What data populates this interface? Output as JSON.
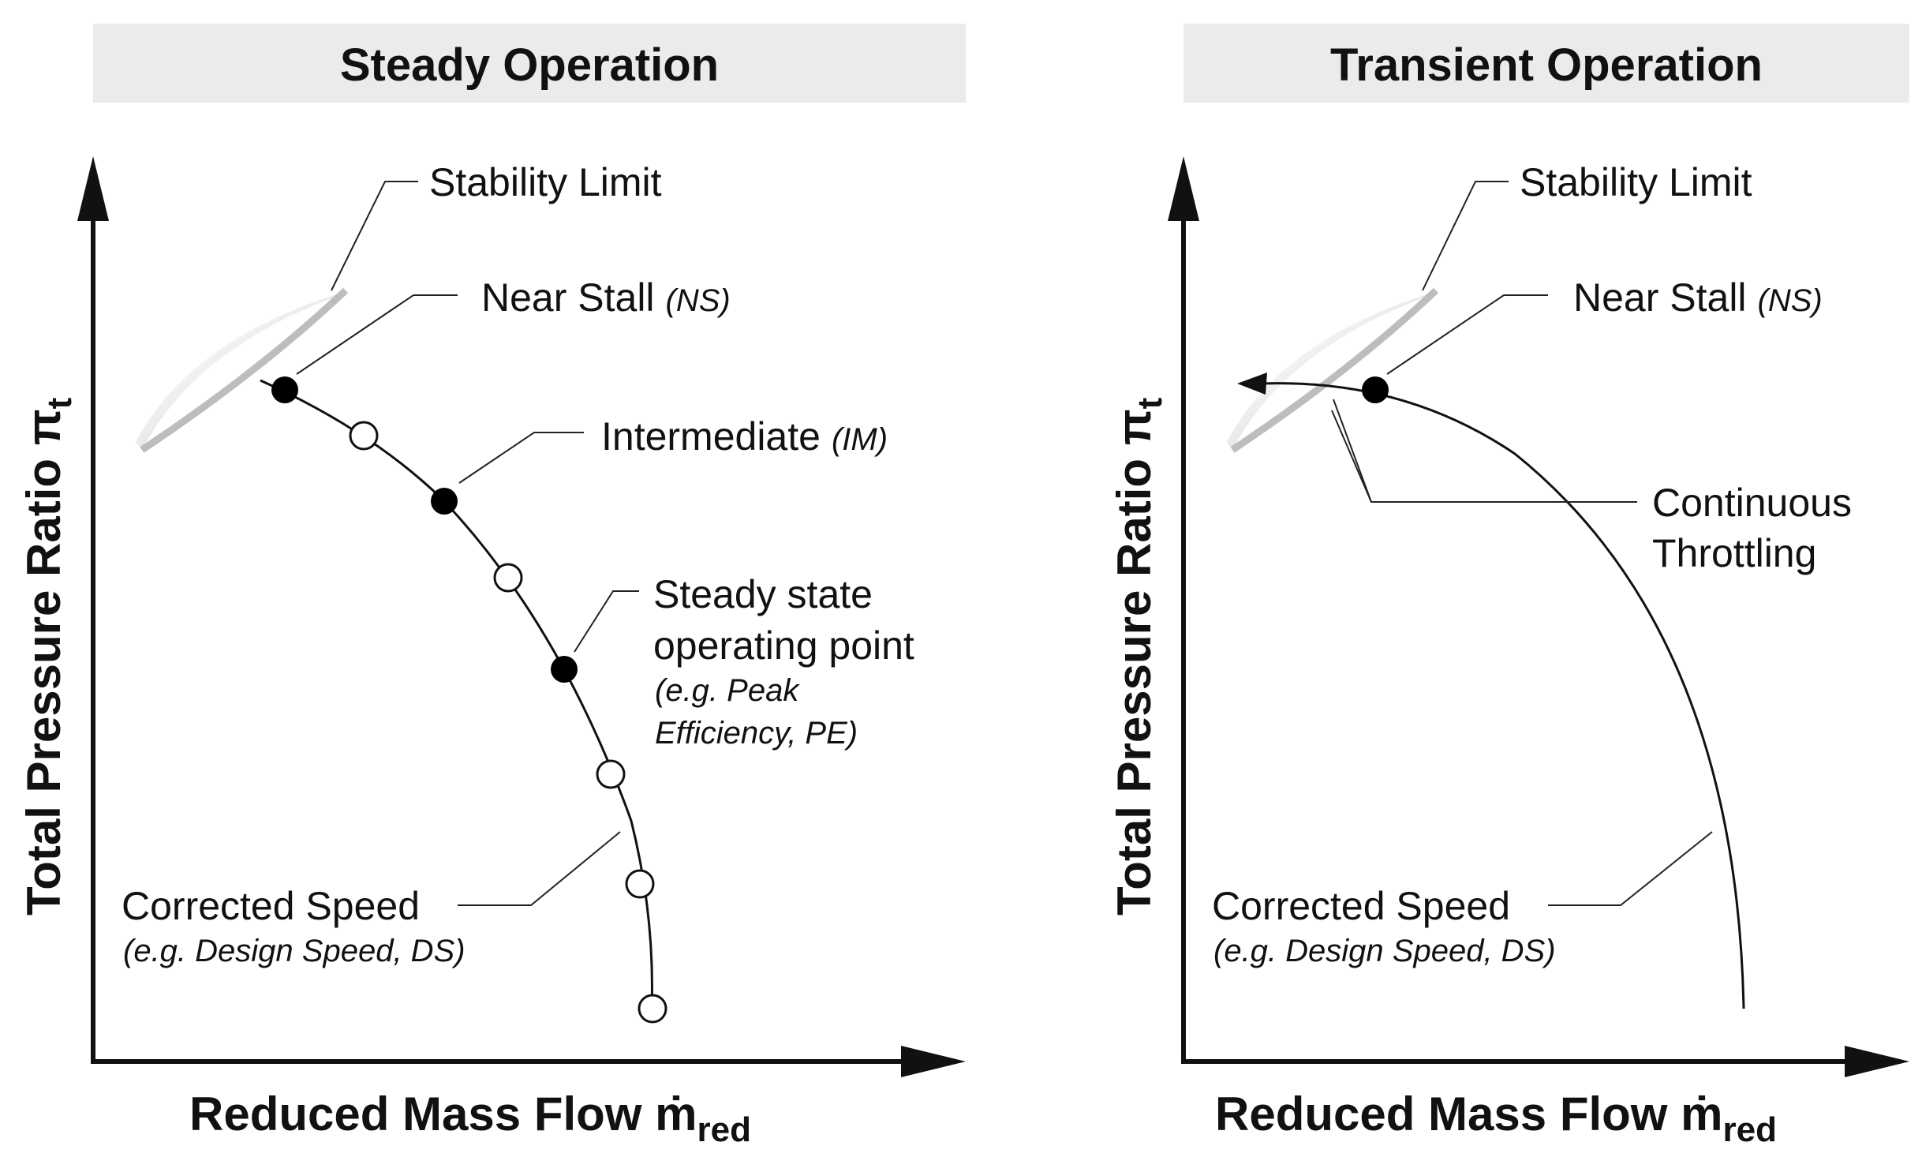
{
  "panels": {
    "steady": {
      "title": "Steady Operation",
      "xlabel": "Reduced Mass Flow ",
      "xlabel_symbol": "ṁ",
      "xlabel_sub": "red",
      "ylabel": "Total Pressure Ratio ",
      "ylabel_symbol": "π",
      "ylabel_sub": "t",
      "stability_limit": "Stability Limit",
      "near_stall": "Near Stall",
      "near_stall_abbr": "(NS)",
      "intermediate": "Intermediate",
      "intermediate_abbr": "(IM)",
      "op_point_line1": "Steady state",
      "op_point_line2": "operating point",
      "op_point_example1": "(e.g. Peak",
      "op_point_example2": "Efficiency, PE)",
      "corrected_speed": "Corrected Speed",
      "corrected_speed_example": "(e.g. Design Speed, DS)"
    },
    "transient": {
      "title": "Transient Operation",
      "xlabel": "Reduced Mass Flow ",
      "xlabel_symbol": "ṁ",
      "xlabel_sub": "red",
      "ylabel": "Total Pressure Ratio ",
      "ylabel_symbol": "π",
      "ylabel_sub": "t",
      "stability_limit": "Stability Limit",
      "near_stall": "Near Stall",
      "near_stall_abbr": "(NS)",
      "throttling_line1": "Continuous",
      "throttling_line2": "Throttling",
      "corrected_speed": "Corrected Speed",
      "corrected_speed_example": "(e.g. Design Speed, DS)"
    }
  },
  "colors": {
    "title_background": "#ebebeb",
    "ink": "#111111",
    "stability_band": "#bdbdbd"
  }
}
